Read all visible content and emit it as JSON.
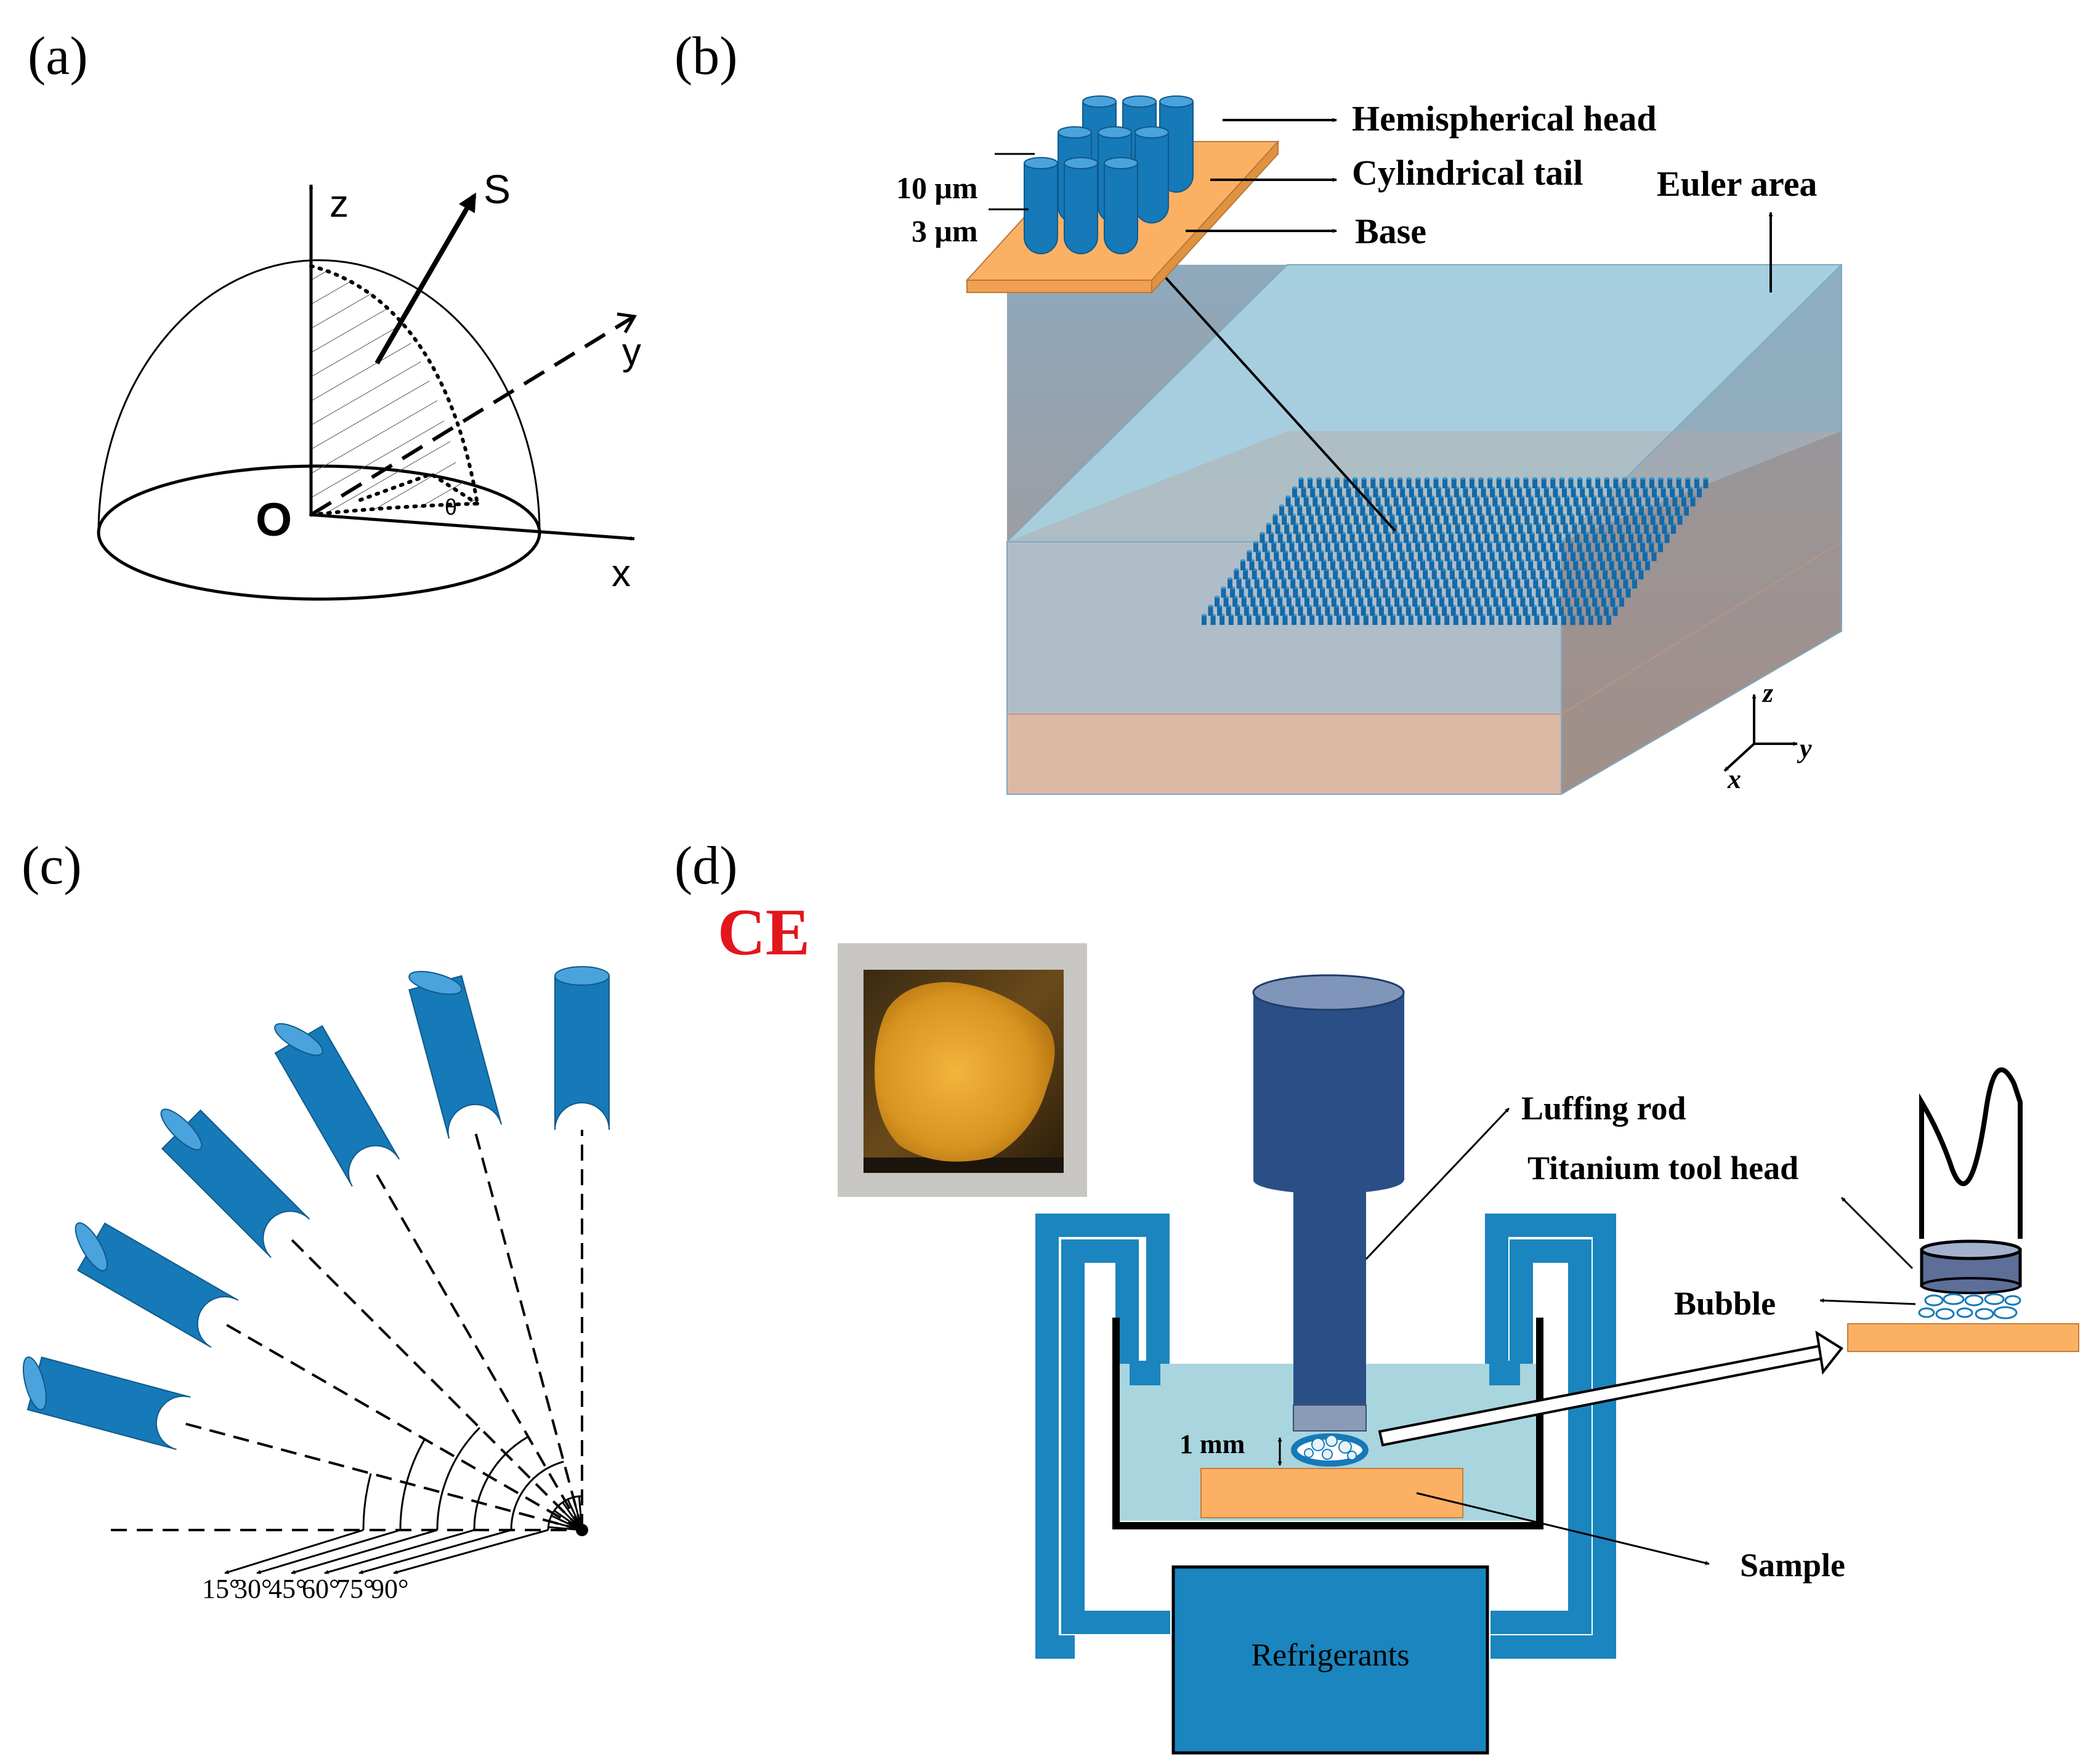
{
  "panels": {
    "a": {
      "label": "(a)",
      "axis_z": "z",
      "axis_y": "y",
      "axis_x": "x",
      "vector_s": "S",
      "origin": "O",
      "angle": "θ"
    },
    "b": {
      "label": "(b)",
      "head_label": "Hemispherical head",
      "tail_label": "Cylindrical tail",
      "base_label": "Base",
      "dim_height": "10 μm",
      "dim_base": "3 μm",
      "euler_label": "Euler area",
      "axis_z": "z",
      "axis_y": "y",
      "axis_x": "x"
    },
    "c": {
      "label": "(c)",
      "angles": [
        "15°",
        "30°",
        "45°",
        "60°",
        "75°",
        "90°"
      ]
    },
    "d": {
      "label": "(d)",
      "ce_label": "CE",
      "luffing_label": "Luffing rod",
      "titanium_label": "Titanium tool head",
      "bubble_label": "Bubble",
      "gap_label": "1 mm",
      "sample_label": "Sample",
      "refrigerants_label": "Refrigerants"
    }
  },
  "colors": {
    "fiber_blue": "#1679b8",
    "rod_navy": "#2a4f86",
    "orange": "#fcb064",
    "water": "#a9d5df",
    "tank_blue": "#1a85be",
    "ce_red": "#e3161d"
  }
}
